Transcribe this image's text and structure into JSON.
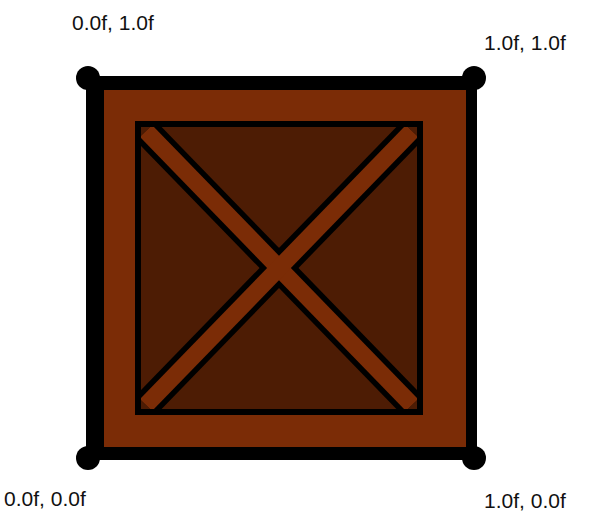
{
  "diagram": {
    "labels": [
      "0.0f, 1.0f",
      "1.0f, 1.0f",
      "0.0f, 0.0f",
      "1.0f, 0.0f"
    ]
  }
}
